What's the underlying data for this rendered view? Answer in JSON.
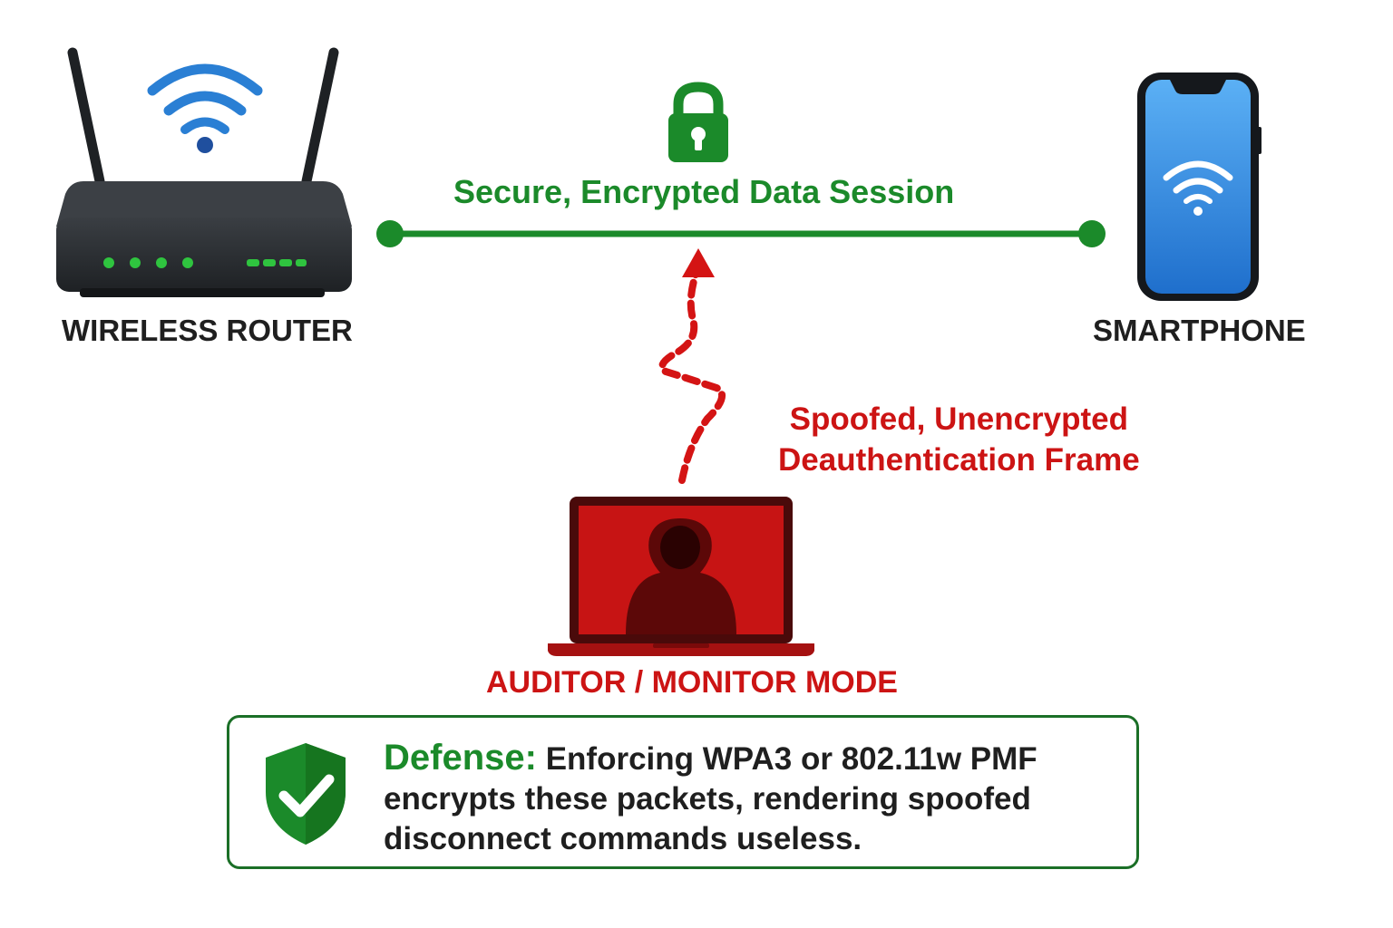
{
  "labels": {
    "router": "WIRELESS ROUTER",
    "phone": "SMARTPHONE",
    "session": "Secure, Encrypted Data Session",
    "attack_line1": "Spoofed, Unencrypted",
    "attack_line2": "Deauthentication Frame",
    "auditor": "AUDITOR / MONITOR MODE"
  },
  "defense": {
    "heading": "Defense:",
    "body": "Enforcing WPA3 or 802.11w PMF encrypts these packets, rendering spoofed disconnect commands useless."
  },
  "icons": {
    "router": "wireless-router-icon",
    "wifi_router": "wifi-signal-icon",
    "lock": "padlock-icon",
    "phone": "smartphone-icon",
    "wifi_phone": "wifi-signal-icon",
    "attacker": "hooded-hacker-laptop-icon",
    "attack_arrow": "zigzag-arrow-icon",
    "shield": "shield-check-icon"
  },
  "colors": {
    "secure": "#1b8a2a",
    "attack": "#cc1414",
    "wifi": "#2a7fd4",
    "text": "#1f1f1f",
    "router_body": "#2b2e32",
    "phone_screen": "#3a8ee6",
    "laptop_screen": "#c71414"
  }
}
